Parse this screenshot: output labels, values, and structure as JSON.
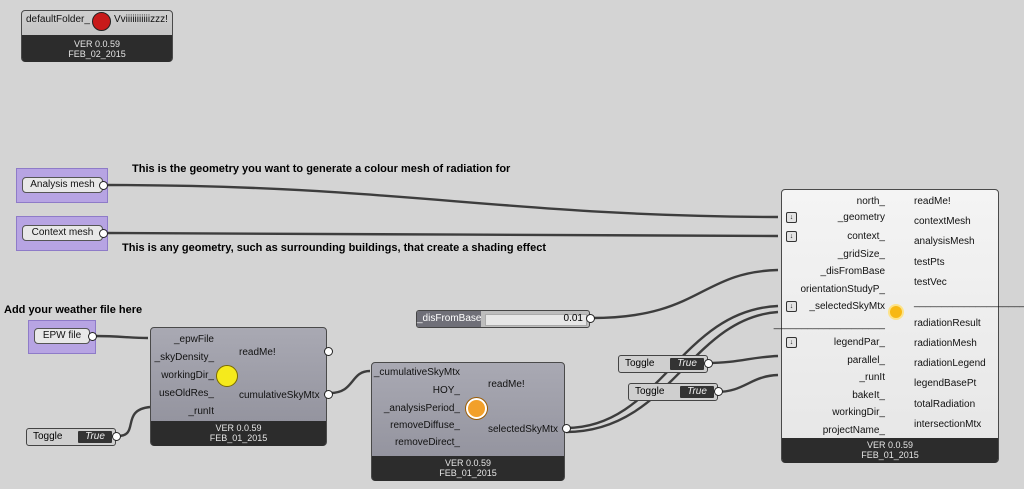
{
  "folder_comp": {
    "input": "defaultFolder_",
    "output": "Vviiiiiiiiiiizzz!",
    "version": "VER 0.0.59",
    "date": "FEB_02_2015"
  },
  "notes": {
    "analysis": "This is the geometry you want to generate a colour mesh of radiation for",
    "context": "This is any geometry, such as surrounding buildings, that create a shading effect",
    "weather": "Add your weather file here"
  },
  "params": {
    "analysis_mesh": "Analysis mesh",
    "context_mesh": "Context mesh",
    "epw_file": "EPW file"
  },
  "toggles": [
    {
      "label": "Toggle",
      "value": "True"
    },
    {
      "label": "Toggle",
      "value": "True"
    },
    {
      "label": "Toggle",
      "value": "True"
    }
  ],
  "slider": {
    "label": "_disFromBase",
    "value": "0.01"
  },
  "sky_comp": {
    "inputs": [
      "_epwFile",
      "_skyDensity_",
      "workingDir_",
      "useOldRes_",
      "_runIt"
    ],
    "outputs": [
      "readMe!",
      "cumulativeSkyMtx"
    ],
    "version": "VER 0.0.59",
    "date": "FEB_01_2015"
  },
  "select_comp": {
    "inputs": [
      "_cumulativeSkyMtx",
      "HOY_",
      "_analysisPeriod_",
      "removeDiffuse_",
      "removeDirect_"
    ],
    "outputs": [
      "readMe!",
      "selectedSkyMtx"
    ],
    "version": "VER 0.0.59",
    "date": "FEB_01_2015"
  },
  "rad_comp": {
    "inputs": [
      "north_",
      "_geometry",
      "context_",
      "_gridSize_",
      "_disFromBase",
      "orientationStudyP_",
      "_selectedSkyMtx",
      "____________________",
      "legendPar_",
      "parallel_",
      "_runIt",
      "bakeIt_",
      "workingDir_",
      "projectName_"
    ],
    "outputs": [
      "readMe!",
      "contextMesh",
      "analysisMesh",
      "testPts",
      "testVec",
      "____________________",
      "radiationResult",
      "radiationMesh",
      "radiationLegend",
      "legendBasePt",
      "totalRadiation",
      "intersectionMtx"
    ],
    "version": "VER 0.0.59",
    "date": "FEB_01_2015"
  },
  "colors": {
    "canvas": "#d4d4d4",
    "param_highlight": "#b7a4e3",
    "wire": "#444444",
    "footer": "#2c2c2c"
  }
}
